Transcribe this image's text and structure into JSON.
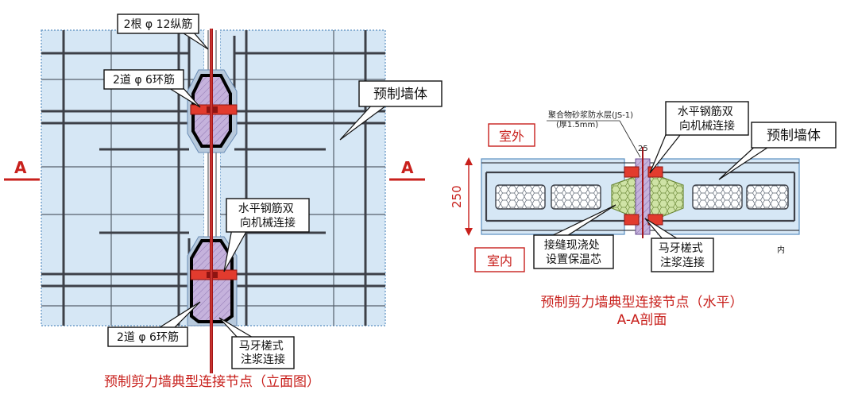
{
  "elevation": {
    "label_longitudinal": "2根 φ 12纵筋",
    "label_ring_top": "2道 φ 6环筋",
    "label_wall": "预制墙体",
    "label_mechanical": "水平钢筋双\n向机械连接",
    "label_ring_bottom": "2道 φ 6环筋",
    "label_grout": "马牙槎式\n注浆连接",
    "section_mark_left": "A",
    "section_mark_right": "A",
    "caption": "预制剪力墙典型连接节点（立面图）"
  },
  "section": {
    "label_outside": "室外",
    "label_inside": "室内",
    "label_membrane": "聚合物砂浆防水层(JS-1)",
    "label_membrane_thick": "(厚1.5mm)",
    "label_mechanical": "水平钢筋双\n向机械连接",
    "label_wall": "预制墙体",
    "label_joint": "接缝现浇处\n设置保温芯",
    "label_grout": "马牙槎式\n注浆连接",
    "dim_25": "25",
    "dim_250": "250",
    "note_inner": "内",
    "caption_line1": "预制剪力墙典型连接节点（水平）",
    "caption_line2": "A-A剖面"
  },
  "colors": {
    "wall_fill": "#d6e7f5",
    "rebar": "#3d4048",
    "accent_red": "#c8201c",
    "grout_purple": "#c5b2dc",
    "insulation_green": "#cfe3a6"
  }
}
